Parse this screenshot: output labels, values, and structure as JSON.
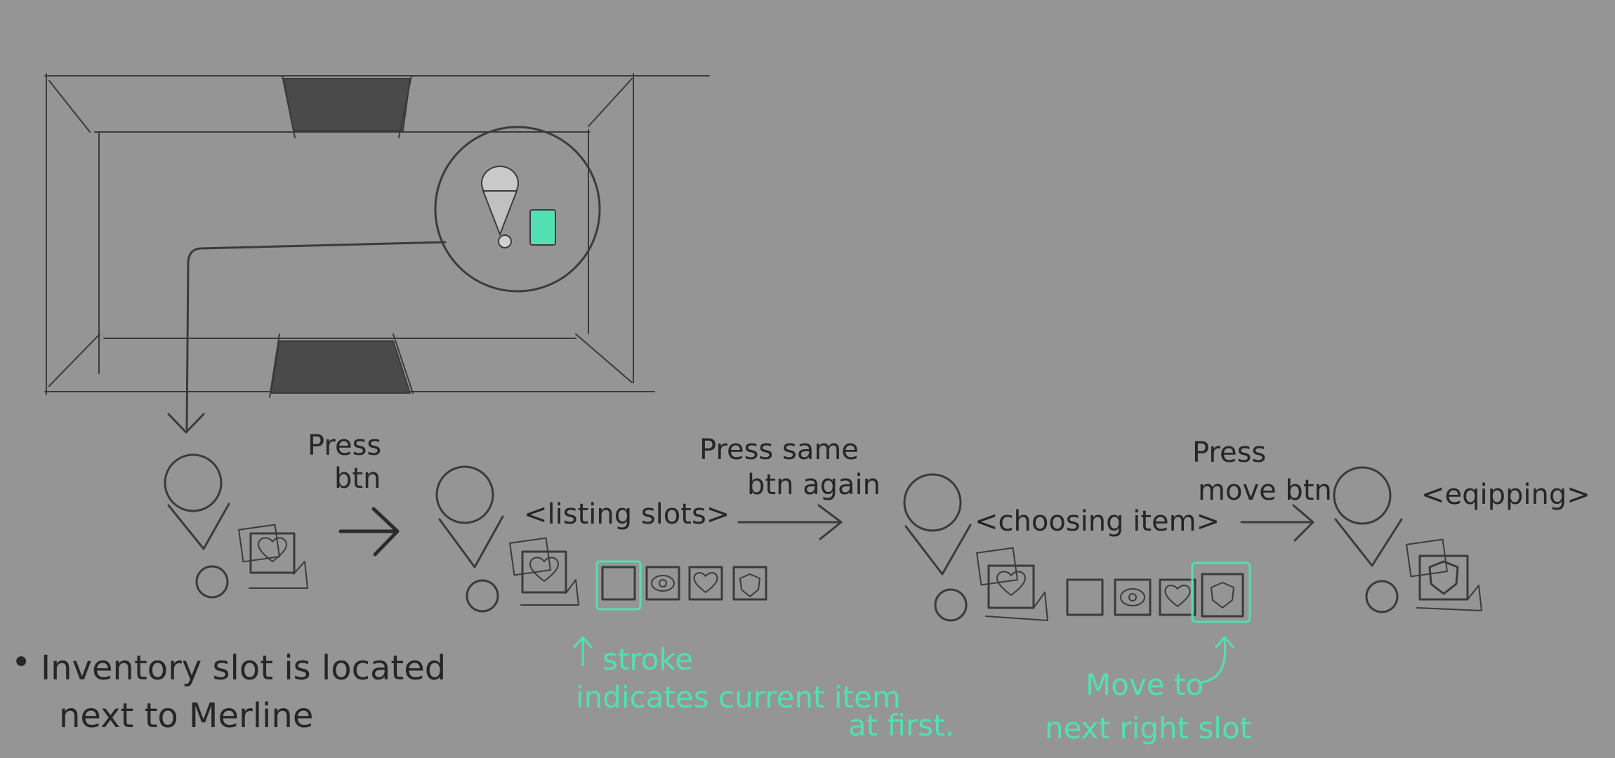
{
  "colors": {
    "background": "#959595",
    "ink": "#3b3b3b",
    "accent": "#52e0b2",
    "door": "#4a4a4a"
  },
  "labels": {
    "press_btn": [
      "Press",
      "btn"
    ],
    "listing_slots": "<listing slots>",
    "press_same_btn_again": [
      "Press same",
      "btn again"
    ],
    "choosing_item": "<choosing item>",
    "press_move_btn": [
      "Press",
      "move btn"
    ],
    "equipping": "<eqipping>"
  },
  "annotations": {
    "stroke_indicates": [
      "stroke",
      "indicates current item",
      "at first."
    ],
    "move_to_next": [
      "Move to",
      "next right slot"
    ]
  },
  "notes": {
    "bullet": "•",
    "inventory_note": [
      "Inventory slot is located",
      "next to Merline"
    ]
  },
  "icons": {
    "character": "merline-character-icon",
    "item_card": "item-card-icon",
    "heart_slot": "heart-slot-icon",
    "map_slot": "map-slot-icon",
    "eye_slot": "eye-slot-icon",
    "shield_slot": "shield-slot-icon"
  }
}
